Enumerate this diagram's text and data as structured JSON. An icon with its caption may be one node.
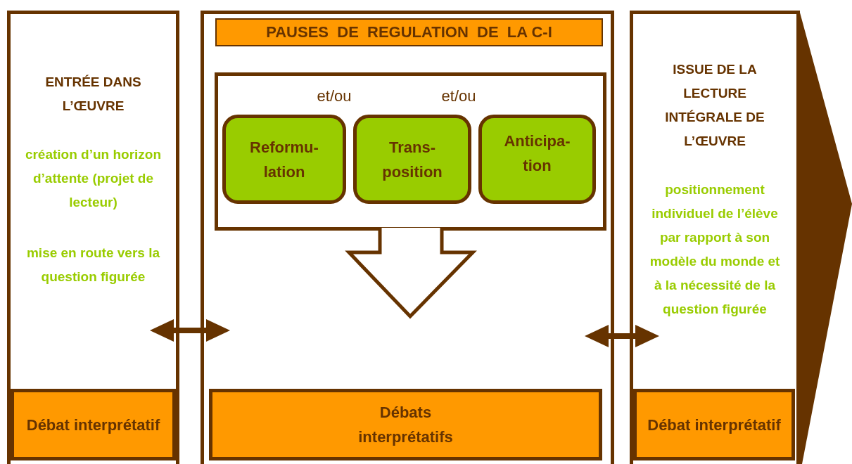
{
  "diagram": {
    "nodes": [
      {
        "text": [
          "ENTRÉE DANS L’ŒUVRE",
          "création d’un horizon d’attente (projet de lecteur)",
          "mise en route vers la question figurée"
        ]
      },
      {
        "text": [
          "Débat interprétatif"
        ],
        "in": 0
      },
      {
        "text": [],
        "shape": "box"
      },
      {
        "text": [
          "PAUSES  DE  REGULATION  DE  LA C-I"
        ],
        "in": 2
      },
      {
        "text": [
          "et/ou",
          "et/ou"
        ],
        "in": 2
      },
      {
        "text": [
          "Reformu- lation"
        ],
        "in": 4
      },
      {
        "text": [
          "Trans- position"
        ],
        "in": 4
      },
      {
        "text": [
          "Anticipa- tion"
        ],
        "in": 4
      },
      {
        "text": [
          "Débats interprétatifs"
        ],
        "in": 2
      },
      {
        "text": [
          "ISSUE DE LA LECTURE INTÉGRALE DE L’ŒUVRE",
          "positionnement individuel de l’élève par rapport à son modèle du monde et à la nécessité de la question figurée"
        ]
      },
      {
        "text": [
          "Débat interprétatif"
        ],
        "in": 9
      }
    ],
    "edges": [
      {
        "from": 0,
        "to": 2,
        "arrow": "both"
      },
      {
        "from": 4,
        "to": null,
        "arrow": "to",
        "style": "thick"
      },
      {
        "from": 2,
        "to": 9,
        "arrow": "both"
      }
    ]
  }
}
